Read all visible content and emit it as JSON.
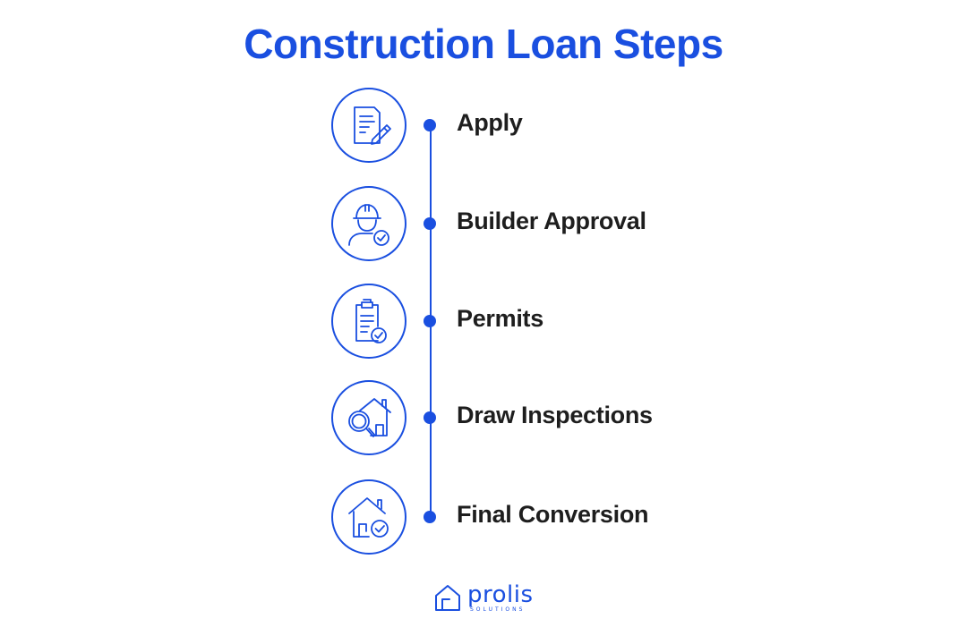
{
  "title": "Construction Loan Steps",
  "steps": [
    {
      "label": "Apply",
      "icon": "application-form-pencil-icon"
    },
    {
      "label": "Builder Approval",
      "icon": "builder-hardhat-check-icon"
    },
    {
      "label": "Permits",
      "icon": "clipboard-check-icon"
    },
    {
      "label": "Draw Inspections",
      "icon": "house-magnifier-icon"
    },
    {
      "label": "Final Conversion",
      "icon": "house-check-icon"
    }
  ],
  "logo": {
    "brand": "prolis",
    "tagline": "SOLUTIONS"
  },
  "colors": {
    "accent": "#1a4fe0",
    "text": "#1e1e1e",
    "background": "#ffffff"
  }
}
